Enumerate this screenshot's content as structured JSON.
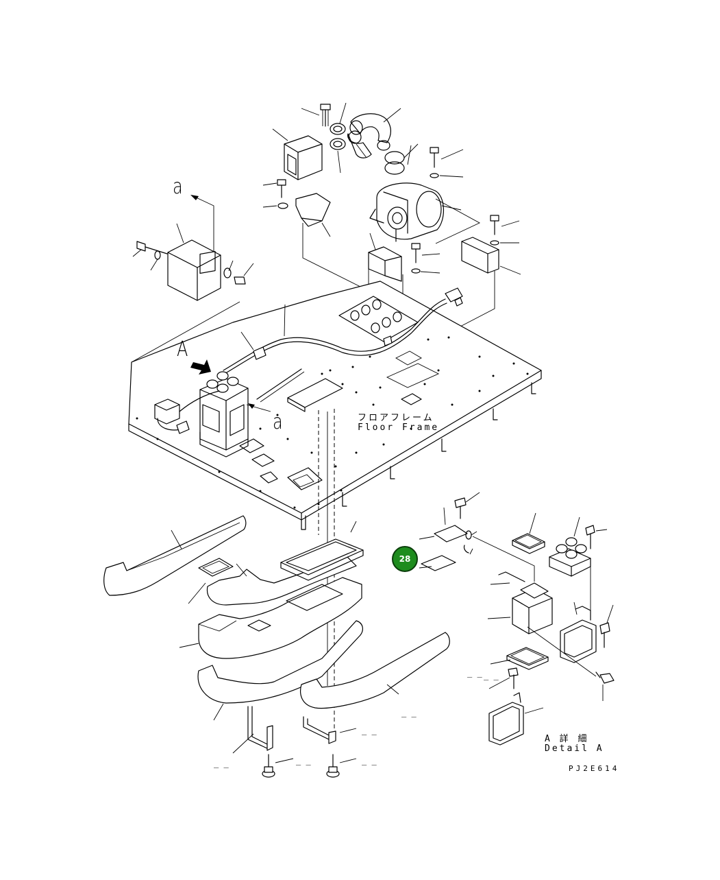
{
  "diagram": {
    "callout": {
      "number": "28",
      "color": "#1e8c1e"
    },
    "labels": {
      "view_a_upper": "a",
      "view_a_lower": "a",
      "detail_marker": "A",
      "floor_frame_jp": "フロアフレーム",
      "floor_frame_en": "Floor Frame",
      "detail_jp": "A 詳 細",
      "detail_en": "Detail A",
      "drawing_code": "PJ2E614"
    },
    "dashes": [
      "_ _",
      "_ _",
      "_ _",
      "_ _",
      "_ _",
      "_ _",
      "_ _"
    ]
  }
}
